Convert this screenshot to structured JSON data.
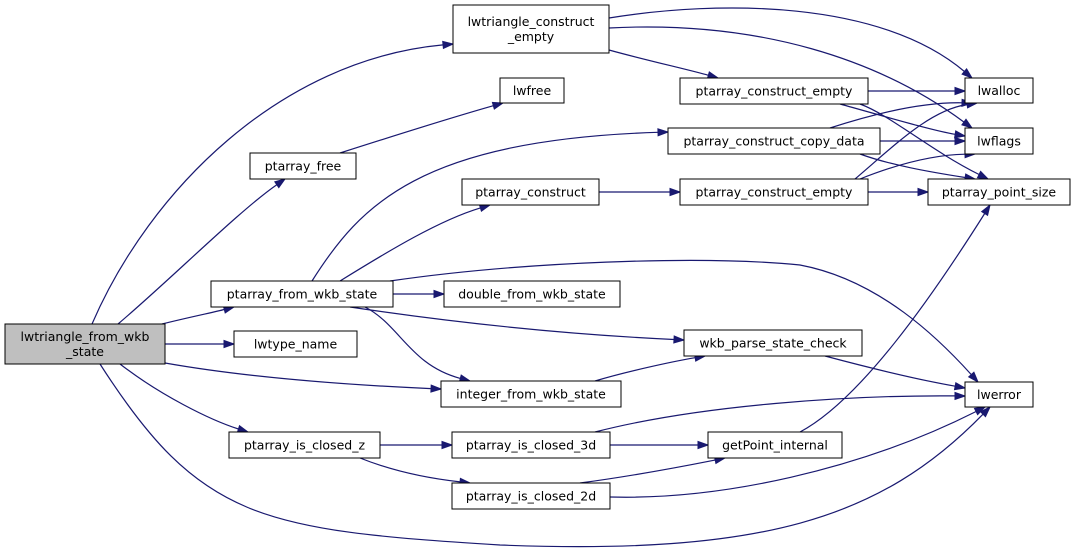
{
  "nodes": [
    {
      "id": "lwtriangle_from_wkb_state",
      "lines": [
        "lwtriangle_from_wkb",
        "_state"
      ],
      "root": true
    },
    {
      "id": "lwtriangle_construct_empty",
      "lines": [
        "lwtriangle_construct",
        "_empty"
      ]
    },
    {
      "id": "lwfree",
      "lines": [
        "lwfree"
      ]
    },
    {
      "id": "ptarray_free",
      "lines": [
        "ptarray_free"
      ]
    },
    {
      "id": "ptarray_construct_empty_a",
      "lines": [
        "ptarray_construct_empty"
      ]
    },
    {
      "id": "ptarray_construct_copy_data",
      "lines": [
        "ptarray_construct_copy_data"
      ]
    },
    {
      "id": "ptarray_construct",
      "lines": [
        "ptarray_construct"
      ]
    },
    {
      "id": "ptarray_construct_empty_b",
      "lines": [
        "ptarray_construct_empty"
      ]
    },
    {
      "id": "lwalloc",
      "lines": [
        "lwalloc"
      ]
    },
    {
      "id": "lwflags",
      "lines": [
        "lwflags"
      ]
    },
    {
      "id": "ptarray_point_size",
      "lines": [
        "ptarray_point_size"
      ]
    },
    {
      "id": "ptarray_from_wkb_state",
      "lines": [
        "ptarray_from_wkb_state"
      ]
    },
    {
      "id": "double_from_wkb_state",
      "lines": [
        "double_from_wkb_state"
      ]
    },
    {
      "id": "lwtype_name",
      "lines": [
        "lwtype_name"
      ]
    },
    {
      "id": "wkb_parse_state_check",
      "lines": [
        "wkb_parse_state_check"
      ]
    },
    {
      "id": "integer_from_wkb_state",
      "lines": [
        "integer_from_wkb_state"
      ]
    },
    {
      "id": "lwerror",
      "lines": [
        "lwerror"
      ]
    },
    {
      "id": "ptarray_is_closed_z",
      "lines": [
        "ptarray_is_closed_z"
      ]
    },
    {
      "id": "ptarray_is_closed_3d",
      "lines": [
        "ptarray_is_closed_3d"
      ]
    },
    {
      "id": "getPoint_internal",
      "lines": [
        "getPoint_internal"
      ]
    },
    {
      "id": "ptarray_is_closed_2d",
      "lines": [
        "ptarray_is_closed_2d"
      ]
    }
  ],
  "edges": [
    {
      "from": "lwtriangle_from_wkb_state",
      "to": "lwtriangle_construct_empty"
    },
    {
      "from": "lwtriangle_from_wkb_state",
      "to": "ptarray_free"
    },
    {
      "from": "lwtriangle_from_wkb_state",
      "to": "ptarray_from_wkb_state"
    },
    {
      "from": "lwtriangle_from_wkb_state",
      "to": "lwtype_name"
    },
    {
      "from": "lwtriangle_from_wkb_state",
      "to": "integer_from_wkb_state"
    },
    {
      "from": "lwtriangle_from_wkb_state",
      "to": "ptarray_is_closed_z"
    },
    {
      "from": "lwtriangle_from_wkb_state",
      "to": "lwerror"
    },
    {
      "from": "lwtriangle_construct_empty",
      "to": "lwalloc"
    },
    {
      "from": "lwtriangle_construct_empty",
      "to": "ptarray_construct_empty_a"
    },
    {
      "from": "lwtriangle_construct_empty",
      "to": "lwflags"
    },
    {
      "from": "ptarray_free",
      "to": "lwfree"
    },
    {
      "from": "ptarray_construct_empty_a",
      "to": "lwalloc"
    },
    {
      "from": "ptarray_construct_empty_a",
      "to": "lwflags"
    },
    {
      "from": "ptarray_construct_empty_a",
      "to": "ptarray_point_size"
    },
    {
      "from": "ptarray_construct_copy_data",
      "to": "lwalloc"
    },
    {
      "from": "ptarray_construct_copy_data",
      "to": "lwflags"
    },
    {
      "from": "ptarray_construct_copy_data",
      "to": "ptarray_point_size"
    },
    {
      "from": "ptarray_construct",
      "to": "ptarray_construct_empty_b"
    },
    {
      "from": "ptarray_construct_empty_b",
      "to": "lwalloc"
    },
    {
      "from": "ptarray_construct_empty_b",
      "to": "lwflags"
    },
    {
      "from": "ptarray_construct_empty_b",
      "to": "ptarray_point_size"
    },
    {
      "from": "ptarray_from_wkb_state",
      "to": "ptarray_construct_copy_data"
    },
    {
      "from": "ptarray_from_wkb_state",
      "to": "ptarray_construct"
    },
    {
      "from": "ptarray_from_wkb_state",
      "to": "double_from_wkb_state"
    },
    {
      "from": "ptarray_from_wkb_state",
      "to": "wkb_parse_state_check"
    },
    {
      "from": "ptarray_from_wkb_state",
      "to": "integer_from_wkb_state"
    },
    {
      "from": "ptarray_from_wkb_state",
      "to": "lwerror"
    },
    {
      "from": "integer_from_wkb_state",
      "to": "wkb_parse_state_check"
    },
    {
      "from": "wkb_parse_state_check",
      "to": "lwerror"
    },
    {
      "from": "ptarray_is_closed_z",
      "to": "ptarray_is_closed_3d"
    },
    {
      "from": "ptarray_is_closed_z",
      "to": "ptarray_is_closed_2d"
    },
    {
      "from": "ptarray_is_closed_3d",
      "to": "getPoint_internal"
    },
    {
      "from": "ptarray_is_closed_3d",
      "to": "lwerror"
    },
    {
      "from": "ptarray_is_closed_2d",
      "to": "getPoint_internal"
    },
    {
      "from": "ptarray_is_closed_2d",
      "to": "lwerror"
    },
    {
      "from": "getPoint_internal",
      "to": "ptarray_point_size"
    }
  ]
}
